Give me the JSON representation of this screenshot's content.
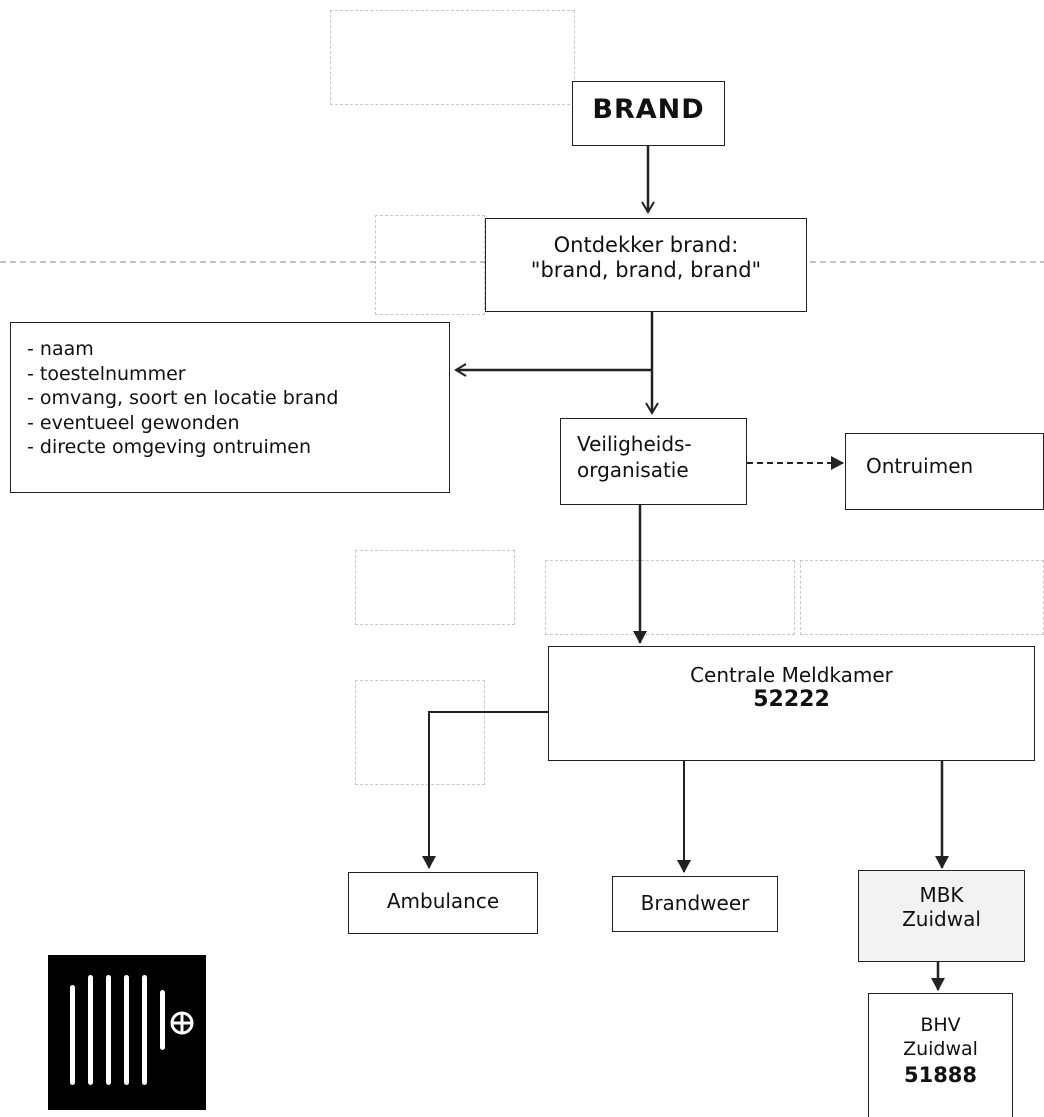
{
  "nodes": {
    "brand": "BRAND",
    "ontdekker": {
      "line1": "Ontdekker brand:",
      "line2": "\"brand, brand, brand\""
    },
    "info_list": [
      "- naam",
      "- toestelnummer",
      "- omvang, soort en locatie brand",
      "- eventueel gewonden",
      "- directe omgeving ontruimen"
    ],
    "veiligheid": {
      "line1": "Veiligheids-",
      "line2": "organisatie"
    },
    "ontruimen": "Ontruimen",
    "centrale": {
      "line1": "Centrale Meldkamer",
      "number": "52222"
    },
    "ambulance": "Ambulance",
    "brandweer": "Brandweer",
    "mbk": {
      "line1": "MBK",
      "line2": "Zuidwal"
    },
    "bhv": {
      "line1": "BHV",
      "line2": "Zuidwal",
      "number": "51888"
    }
  },
  "icon": "fire-hose-reel-icon",
  "colors": {
    "line": "#222222",
    "ghost": "#c8c8c8",
    "icon_bg": "#000000"
  }
}
